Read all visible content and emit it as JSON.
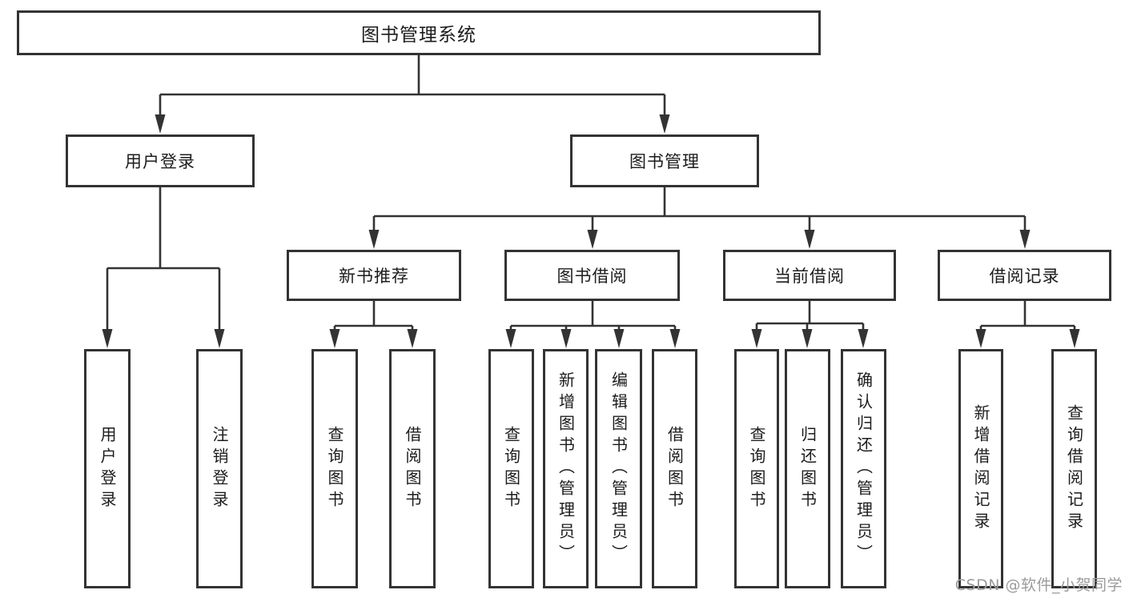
{
  "tree": {
    "root": {
      "label": "图书管理系统",
      "children": [
        {
          "label": "用户登录",
          "children": [
            {
              "label": "用户登录"
            },
            {
              "label": "注销登录"
            }
          ]
        },
        {
          "label": "图书管理",
          "children": [
            {
              "label": "新书推荐",
              "children": [
                {
                  "label": "查询图书"
                },
                {
                  "label": "借阅图书"
                }
              ]
            },
            {
              "label": "图书借阅",
              "children": [
                {
                  "label": "查询图书"
                },
                {
                  "label": "新增图书（管理员）"
                },
                {
                  "label": "编辑图书（管理员）"
                },
                {
                  "label": "借阅图书"
                }
              ]
            },
            {
              "label": "当前借阅",
              "children": [
                {
                  "label": "查询图书"
                },
                {
                  "label": "归还图书"
                },
                {
                  "label": "确认归还（管理员）"
                }
              ]
            },
            {
              "label": "借阅记录",
              "children": [
                {
                  "label": "新增借阅记录"
                },
                {
                  "label": "查询借阅记录"
                }
              ]
            }
          ]
        }
      ]
    }
  },
  "watermark": {
    "text": "CSDN @软件_小贺同学"
  },
  "colors": {
    "line": "#333333",
    "box_fill": "#ffffff",
    "text": "#1c1c1c",
    "watermark": "#9b9b9b"
  }
}
